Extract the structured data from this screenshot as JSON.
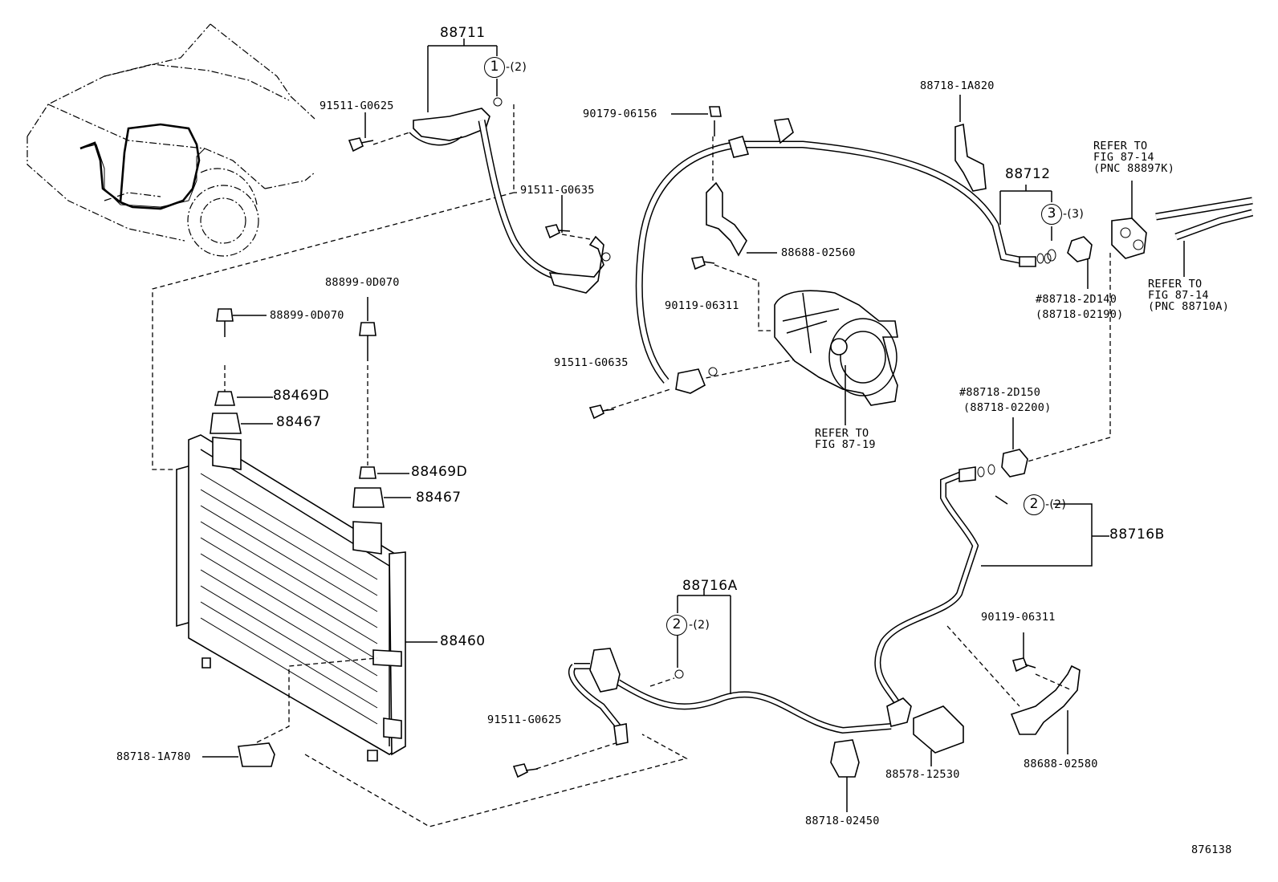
{
  "diagram_id": "876138",
  "parts": {
    "hose_88711": "88711",
    "bolt_top_left": "91511-G0625",
    "bolt_91511_g0635_a": "91511-G0635",
    "bolt_91511_g0635_b": "91511-G0635",
    "bolt_bottom_left": "91511-G0625",
    "bolt_90179": "90179-06156",
    "bracket_88718_1a820": "88718-1A820",
    "tube_88712": "88712",
    "bracket_88688_02560": "88688-02560",
    "bolt_90119_top": "90119-06311",
    "bolt_90119_right": "90119-06311",
    "bolt_88899_left": "88899-0D070",
    "bolt_88899_right": "88899-0D070",
    "cushion_88469d_left": "88469D",
    "cushion_88469d_right": "88469D",
    "insulator_88467_left": "88467",
    "insulator_88467_right": "88467",
    "condenser_88460": "88460",
    "bracket_88718_1a780": "88718-1A780",
    "tube_88716a": "88716A",
    "tube_88716b": "88716B",
    "clamp_88718_02450": "88718-02450",
    "block_88578_12530": "88578-12530",
    "bracket_88688_02580": "88688-02580",
    "cap_88718_2d140": "#88718-2D140",
    "cap_88718_02190": "(88718-02190)",
    "cap_88718_2d150": "#88718-2D150",
    "cap_88718_02200": "(88718-02200)"
  },
  "callouts": {
    "c1": {
      "num": "1",
      "qty": "-(2)"
    },
    "c3": {
      "num": "3",
      "qty": "-(3)"
    },
    "c2_right": {
      "num": "2",
      "qty": "-(2)"
    },
    "c2_bottom": {
      "num": "2",
      "qty": "-(2)"
    }
  },
  "references": {
    "compressor": {
      "line1": "REFER TO",
      "line2": "FIG 87-19"
    },
    "top_right": {
      "line1": "REFER TO",
      "line2": "FIG 87-14",
      "line3": "(PNC 88897K)"
    },
    "right": {
      "line1": "REFER TO",
      "line2": "FIG 87-14",
      "line3": "(PNC 88710A)"
    }
  }
}
